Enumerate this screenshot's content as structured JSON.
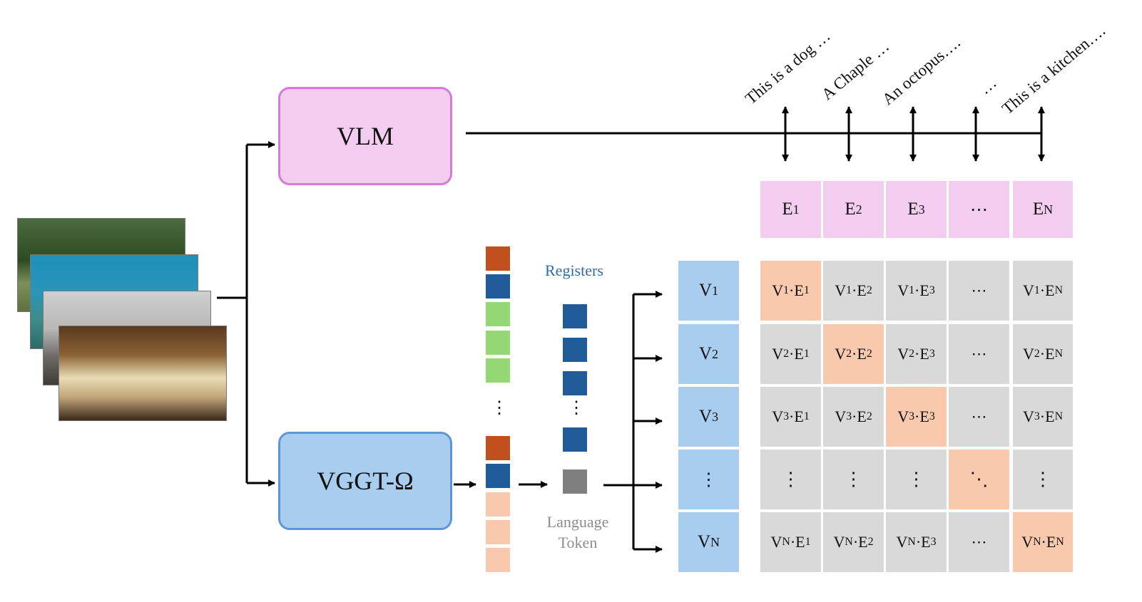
{
  "vlm_label": "VLM",
  "vggt_label": "VGGT-Ω",
  "registers_label": "Registers",
  "language_token_label": [
    "Language",
    "Token"
  ],
  "captions": [
    "This is a dog …",
    "A Chaple …",
    "An octopus….",
    "…",
    "This is a kitchen…."
  ],
  "embeddings": [
    "E",
    "E",
    "E",
    "⋯",
    "E"
  ],
  "embedding_subs": [
    "1",
    "2",
    "3",
    "",
    "N"
  ],
  "visual_rows": [
    "V",
    "V",
    "V",
    "⋮",
    "V"
  ],
  "visual_subs": [
    "1",
    "2",
    "3",
    "",
    "N"
  ],
  "dots": {
    "h": "⋯",
    "v": "⋮",
    "d": "⋱"
  },
  "colors": {
    "vlm_fill": "#f2cdef",
    "vlm_border": "#d67ad3",
    "vggt_fill": "#a9cdee",
    "vggt_border": "#5b98d9",
    "token_orange": "#c0501e",
    "token_blue": "#1f5c99",
    "token_green": "#93d873",
    "token_peach": "#f8c9ad",
    "token_gray": "#7f7f7f",
    "match_cell": "#f8c9ad",
    "other_cell": "#d9d9d9"
  }
}
